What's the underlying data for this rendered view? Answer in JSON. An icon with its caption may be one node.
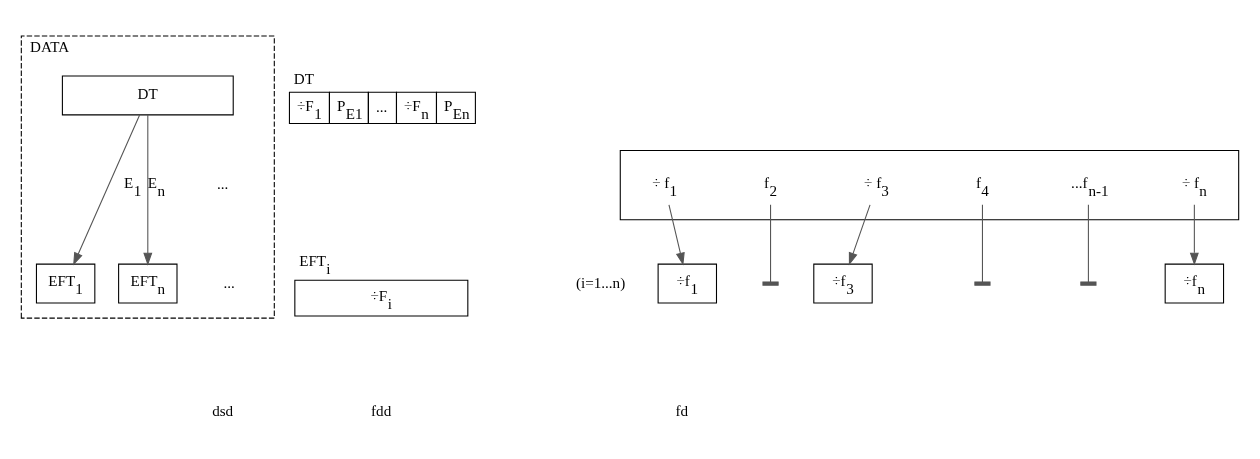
{
  "diagram": {
    "nodes": [
      {
        "text": [
          "DATA"
        ]
      },
      {
        "text": [
          "DT"
        ],
        "in": 0
      },
      {
        "text": [
          "EFT$_{1}$"
        ],
        "in": 0
      },
      {
        "text": [
          "EFT$_{n}$"
        ],
        "in": 0
      },
      {
        "text": [
          "DT",
          "÷F$_{1}$",
          "P$_{E1}$",
          "...",
          "÷F$_{n}$",
          "P$_{En}$"
        ]
      },
      {
        "text": [
          "EFT$_{i}$",
          "÷F$_{i}$"
        ]
      },
      {
        "text": [],
        "shape": "box"
      },
      {
        "text": [
          "÷ f$_{1}$"
        ],
        "in": 6
      },
      {
        "text": [
          "f$_{2}$"
        ],
        "in": 6
      },
      {
        "text": [
          "÷ f$_{3}$"
        ],
        "in": 6
      },
      {
        "text": [
          "f$_{4}$"
        ],
        "in": 6
      },
      {
        "text": [
          "...f$_{n-1}$"
        ],
        "in": 6
      },
      {
        "text": [
          "÷ f$_{n}$"
        ],
        "in": 6
      },
      {
        "text": [
          "÷f$_{1}$"
        ]
      },
      {
        "text": [
          "÷f$_{3}$"
        ]
      },
      {
        "text": [
          "÷f$_{n}$"
        ]
      },
      {
        "text": [],
        "shape": "bar"
      },
      {
        "text": [],
        "shape": "bar"
      },
      {
        "text": [],
        "shape": "bar"
      }
    ],
    "edges": [
      {
        "from": 1,
        "to": 2,
        "arrow": "to",
        "label": "E$_{1}$"
      },
      {
        "from": 1,
        "to": 3,
        "arrow": "to",
        "label": "E$_{n}$"
      },
      {
        "from": 7,
        "to": 13,
        "arrow": "to"
      },
      {
        "from": 8,
        "to": 16,
        "arrow": "none"
      },
      {
        "from": 9,
        "to": 14,
        "arrow": "to"
      },
      {
        "from": 10,
        "to": 17,
        "arrow": "none"
      },
      {
        "from": 11,
        "to": 18,
        "arrow": "none"
      },
      {
        "from": 12,
        "to": 15,
        "arrow": "to"
      }
    ],
    "labels": [
      "...",
      "...",
      "(i=1...n)",
      "dsd",
      "fdd",
      "fd"
    ]
  }
}
